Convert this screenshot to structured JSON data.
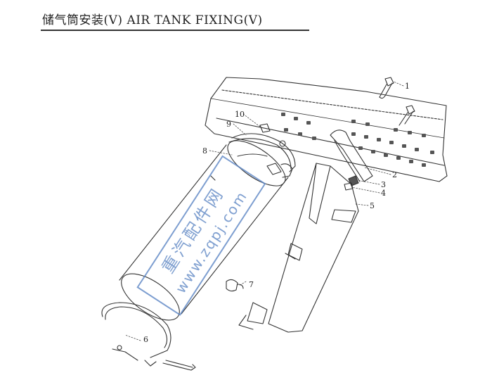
{
  "title": "储气筒安装(V) AIR TANK FIXING(V)",
  "watermark": {
    "cn": "重汽配件网",
    "url": "www.zqpj.com",
    "color": "#5d86c4"
  },
  "callouts": [
    "1",
    "2",
    "3",
    "4",
    "5",
    "6",
    "7",
    "8",
    "9",
    "10"
  ]
}
